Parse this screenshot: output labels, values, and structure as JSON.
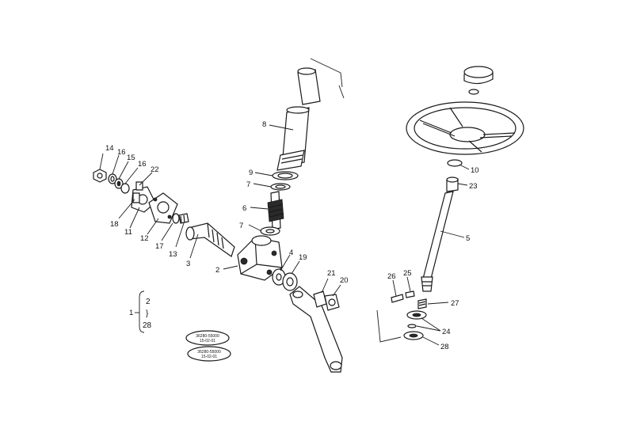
{
  "callouts": {
    "c14": "14",
    "c16a": "16",
    "c15": "15",
    "c16b": "16",
    "c22": "22",
    "c18": "18",
    "c11": "11",
    "c12": "12",
    "c17": "17",
    "c13": "13",
    "c3": "3",
    "c2": "2",
    "c8": "8",
    "c9": "9",
    "c7a": "7",
    "c6": "6",
    "c7b": "7",
    "c4": "4",
    "c19": "19",
    "c21": "21",
    "c20": "20",
    "c1": "1",
    "c10": "10",
    "c23": "23",
    "c5": "5",
    "c26": "26",
    "c25": "25",
    "c27": "27",
    "c24": "24",
    "c28": "28"
  },
  "brace": {
    "top": "2",
    "mid": "}",
    "bottom": "28"
  },
  "stamps": [
    {
      "line1": "36280-55000",
      "line2": "15-02-01"
    },
    {
      "line1": "36280-55000",
      "line2": "15-02-01"
    }
  ],
  "colors": {
    "ink": "#1a1a1a",
    "paper": "#ffffff"
  }
}
